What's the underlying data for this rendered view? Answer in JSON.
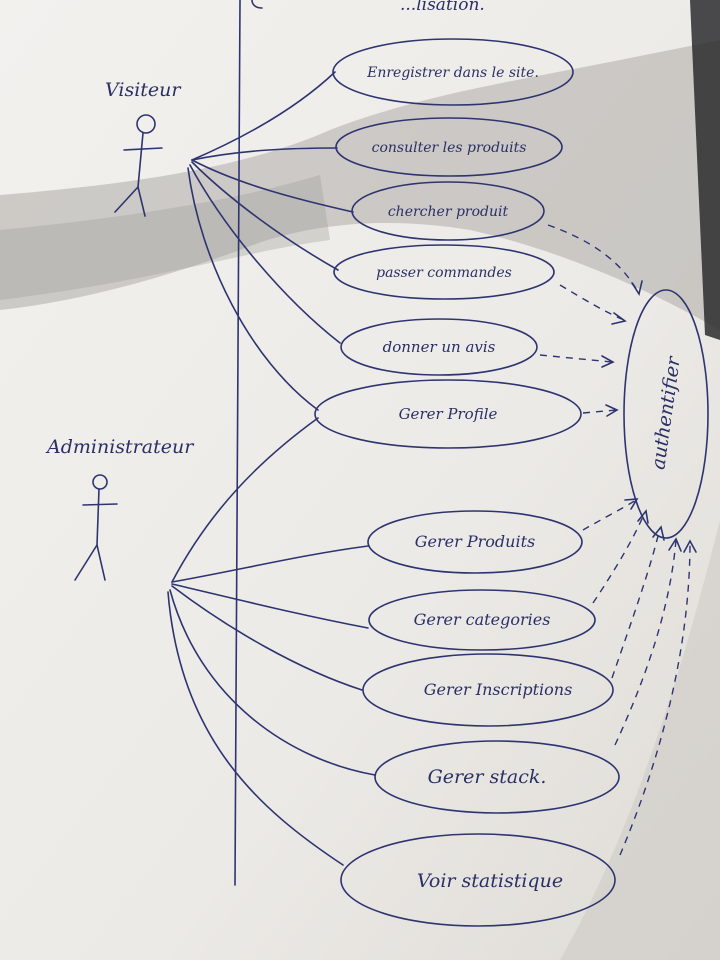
{
  "diagram": {
    "partial_top_text": "...lisation.",
    "actors": {
      "visitor": "Visiteur",
      "admin": "Administrateur"
    },
    "use_cases": {
      "register": "Enregistrer dans le site.",
      "browse": "consulter les produits",
      "search": "chercher produit",
      "order": "passer commandes",
      "review": "donner un avis",
      "profile": "Gerer Profile",
      "products": "Gerer Produits",
      "categories": "Gerer categories",
      "signups": "Gerer Inscriptions",
      "stock": "Gerer stack.",
      "stats": "Voir statistique"
    },
    "include_target": "authentifier"
  },
  "colors": {
    "ink": "#2e3470",
    "paper": "#eeece8",
    "shadow": "#a9a7a3"
  }
}
